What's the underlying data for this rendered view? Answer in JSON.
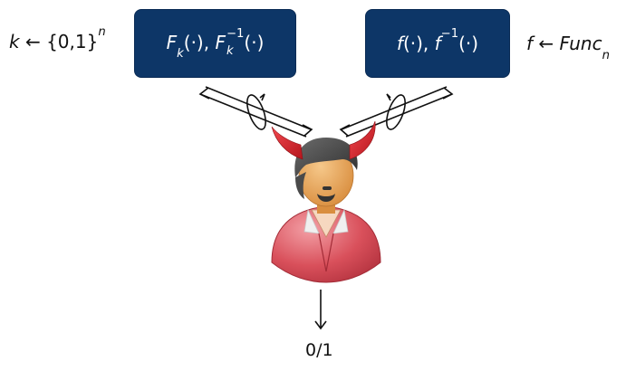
{
  "left_oracle": {
    "prf_symbol": "F",
    "key_subscript": "k",
    "inverse_exponent": "−1",
    "arg": "(·)",
    "separator": ", ",
    "key_sampling": {
      "lhs": "k",
      "arrow": " ← ",
      "set": "{0,1}",
      "exponent": "n"
    }
  },
  "right_oracle": {
    "func_symbol": "f",
    "inverse_exponent": "−1",
    "arg": "(·)",
    "separator": ", ",
    "func_sampling": {
      "lhs": "f",
      "arrow": " ← ",
      "family": "Func",
      "subscript": "n"
    }
  },
  "adversary": {
    "icon": "devil-adversary-icon"
  },
  "output": {
    "label": "0/1"
  },
  "colors": {
    "box_fill": "#0d3667",
    "box_text": "#ffffff",
    "adversary_shirt": "#d9505b",
    "adversary_skin": "#e8a45a",
    "adversary_hair": "#4a4a4a",
    "horn": "#d8222a"
  }
}
